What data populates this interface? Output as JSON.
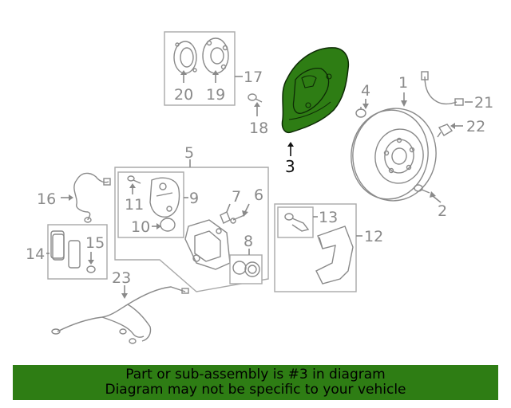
{
  "banner": {
    "line1": "Part or sub-assembly is #3 in diagram",
    "line2": "Diagram may not be specific to your vehicle"
  },
  "highlight_color": "#2e7d14",
  "callouts": {
    "c1": "1",
    "c2": "2",
    "c3": "3",
    "c5": "5",
    "c6": "6",
    "c7": "7",
    "c8": "8",
    "c9": "9",
    "c10": "10",
    "c11": "11",
    "c12": "12",
    "c13": "13",
    "c14": "14",
    "c15": "15",
    "c16": "16",
    "c17": "17",
    "c18": "18",
    "c19": "19",
    "c20": "20",
    "c21": "21",
    "c22": "22",
    "c23": "23",
    "c4": "4"
  }
}
